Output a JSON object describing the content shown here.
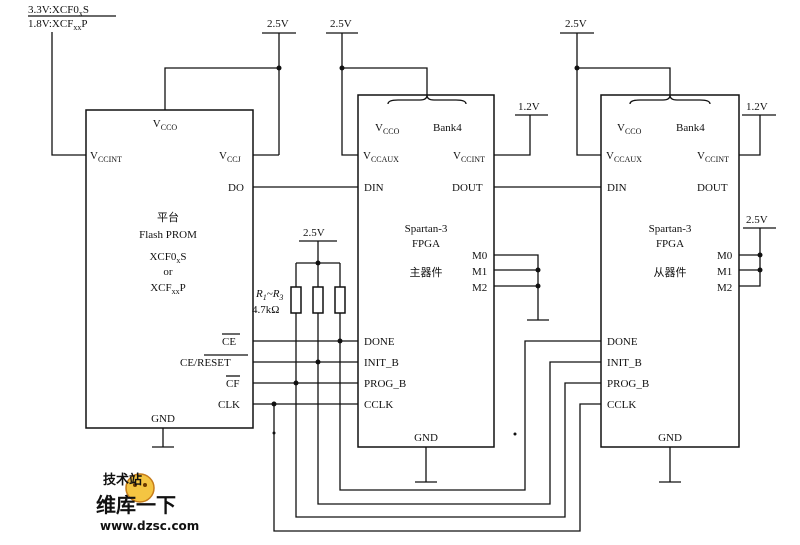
{
  "supply_note": {
    "line1": "3.3V:XCF0",
    "line1_sub": "x",
    "line1_tail": "S",
    "line2": "1.8V:XCF",
    "line2_sub": "xx",
    "line2_tail": "P"
  },
  "rails": {
    "prom": "2.5V",
    "master": "2.5V",
    "slave": "2.5V",
    "pullup": "2.5V",
    "master_int": "1.2V",
    "slave_int": "1.2V",
    "slave_mode": "2.5V"
  },
  "prom": {
    "title_cn": "平台",
    "title": "Flash PROM",
    "part1": "XCF0",
    "part1_sub": "x",
    "part1_tail": "S",
    "or": "or",
    "part2": "XCF",
    "part2_sub": "xx",
    "part2_tail": "P",
    "pins": {
      "vcco": "V",
      "vcco_sub": "CCO",
      "vccint": "V",
      "vccint_sub": "CCINT",
      "vccj": "V",
      "vccj_sub": "CCJ",
      "do": "DO",
      "ce": "CE",
      "ce_reset": "CE/RESET",
      "cf": "CF",
      "clk": "CLK",
      "gnd": "GND"
    }
  },
  "master": {
    "name": "Spartan-3",
    "type": "FPGA",
    "role_cn": "主器件",
    "pins": {
      "vcco": "V",
      "vcco_sub": "CCO",
      "bank": "Bank4",
      "vccaux": "V",
      "vccaux_sub": "CCAUX",
      "vccint": "V",
      "vccint_sub": "CCINT",
      "din": "DIN",
      "dout": "DOUT",
      "m0": "M0",
      "m1": "M1",
      "m2": "M2",
      "done": "DONE",
      "init_b": "INIT_B",
      "prog_b": "PROG_B",
      "cclk": "CCLK",
      "gnd": "GND"
    }
  },
  "slave": {
    "name": "Spartan-3",
    "type": "FPGA",
    "role_cn": "从器件",
    "pins": {
      "vcco": "V",
      "vcco_sub": "CCO",
      "bank": "Bank4",
      "vccaux": "V",
      "vccaux_sub": "CCAUX",
      "vccint": "V",
      "vccint_sub": "CCINT",
      "din": "DIN",
      "dout": "DOUT",
      "m0": "M0",
      "m1": "M1",
      "m2": "M2",
      "done": "DONE",
      "init_b": "INIT_B",
      "prog_b": "PROG_B",
      "cclk": "CCLK",
      "gnd": "GND"
    }
  },
  "resistors": {
    "label_r1": "R",
    "label_r1_sub": "1",
    "label_sep": "~",
    "label_r3": "R",
    "label_r3_sub": "3",
    "value": "4.7kΩ"
  },
  "watermark": {
    "brand_cn": "维库一下",
    "url": "www.dzsc.com",
    "tag_cn": "技术站"
  }
}
